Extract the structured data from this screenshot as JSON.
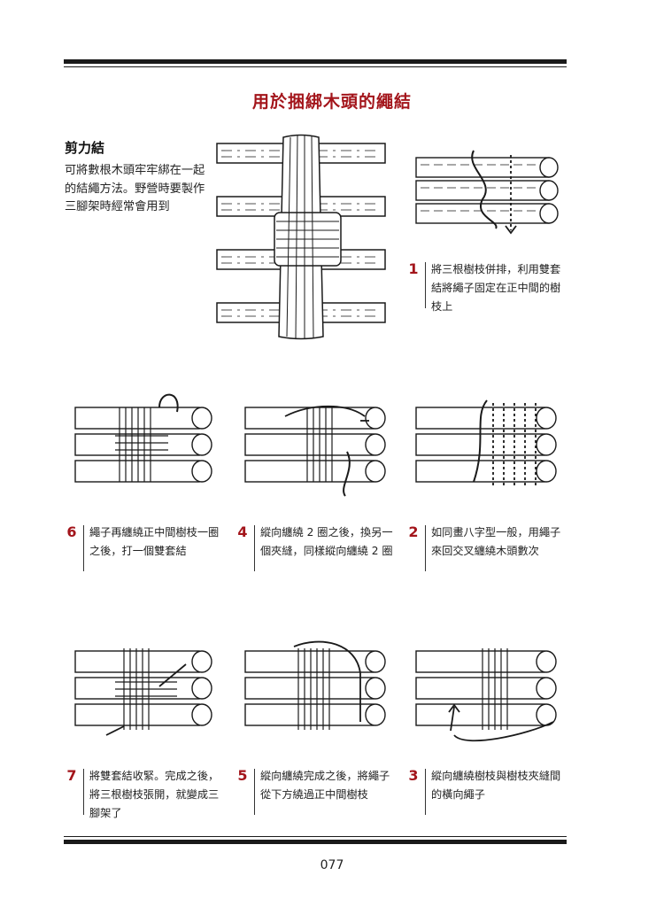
{
  "page": {
    "title": "用於捆綁木頭的繩結",
    "knot_name": "剪力結",
    "intro": "可將數根木頭牢牢綁在一起的結繩方法。野營時要製作三腳架時經常會用到",
    "page_number": "077"
  },
  "steps": [
    {
      "num": "1",
      "text": "將三根樹枝併排，利用雙套結將繩子固定在正中間的樹枝上"
    },
    {
      "num": "2",
      "text": "如同畫八字型一般，用繩子來回交叉纏繞木頭數次"
    },
    {
      "num": "3",
      "text": "縱向纏繞樹枝與樹枝夾縫間的橫向繩子"
    },
    {
      "num": "4",
      "text": "縱向纏繞 2 圈之後，換另一個夾縫，同樣縱向纏繞 2 圈"
    },
    {
      "num": "5",
      "text": "縱向纏繞完成之後，將繩子從下方繞過正中間樹枝"
    },
    {
      "num": "6",
      "text": "繩子再纏繞正中間樹枝一圈之後，打一個雙套結"
    },
    {
      "num": "7",
      "text": "將雙套結收緊。完成之後，將三根樹枝張開，就變成三腳架了"
    }
  ],
  "colors": {
    "accent": "#a3151b",
    "line": "#1a1a1a",
    "rope": "#ffffff"
  }
}
